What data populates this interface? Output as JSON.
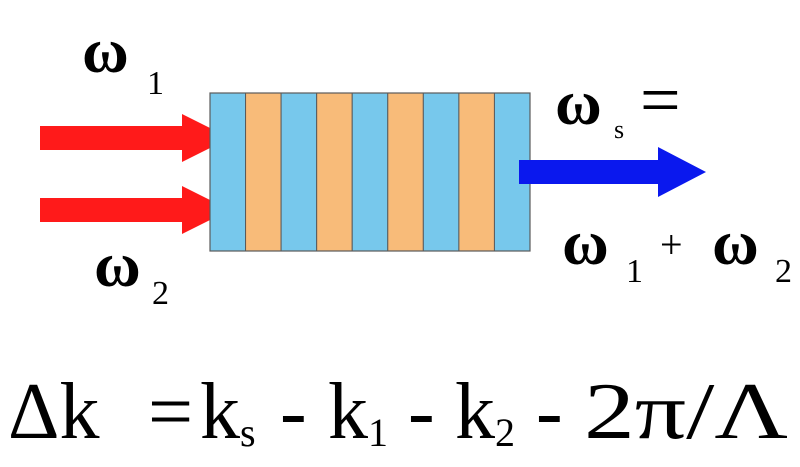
{
  "labels": {
    "omega": "ω",
    "input1_sub": "1",
    "input2_sub": "2",
    "output_sub": "s",
    "output_equals": "=",
    "sum_first_sub": "1",
    "sum_plus": "+",
    "sum_second_sub": "2"
  },
  "equation": {
    "delta_k": "Δk",
    "equals": "=",
    "k": "k",
    "ks_sub": "s",
    "minus1": "-",
    "k1_sub": "1",
    "minus2": "-",
    "k2_sub": "2",
    "minus3": "-",
    "tail": "2π/Λ"
  },
  "crystal": {
    "layer_colors": [
      "#77c8ec",
      "#f8bb79"
    ],
    "layer_count": 9,
    "outline_color": "#5a5a5a"
  },
  "colors": {
    "input_arrow": "#ff1a1a",
    "output_arrow": "#0a18ee"
  }
}
